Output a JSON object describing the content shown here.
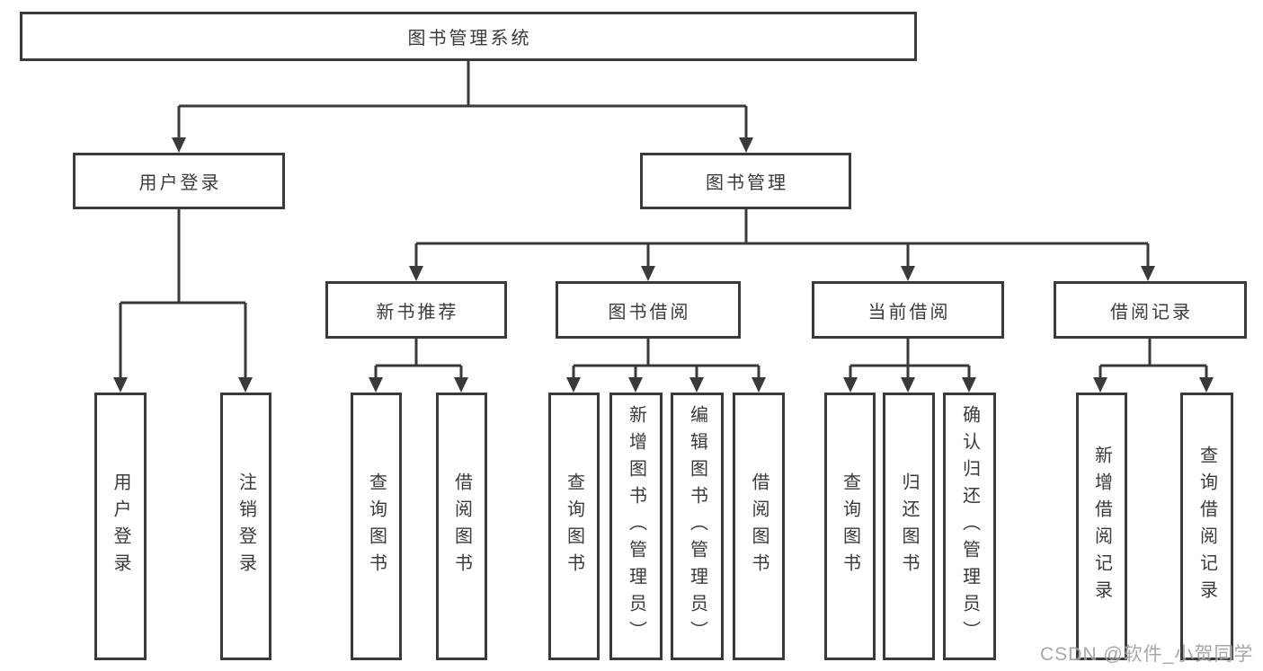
{
  "tree": {
    "root": {
      "label": "图书管理系统"
    },
    "branches": [
      {
        "label": "用户登录",
        "children": [
          {
            "label": "用户登录"
          },
          {
            "label": "注销登录"
          }
        ]
      },
      {
        "label": "图书管理",
        "children": [
          {
            "label": "新书推荐",
            "children": [
              {
                "label": "查询图书"
              },
              {
                "label": "借阅图书"
              }
            ]
          },
          {
            "label": "图书借阅",
            "children": [
              {
                "label": "查询图书"
              },
              {
                "label": "新增图书（管理员）"
              },
              {
                "label": "编辑图书（管理员）"
              },
              {
                "label": "借阅图书"
              }
            ]
          },
          {
            "label": "当前借阅",
            "children": [
              {
                "label": "查询图书"
              },
              {
                "label": "归还图书"
              },
              {
                "label": "确认归还（管理员）"
              }
            ]
          },
          {
            "label": "借阅记录",
            "children": [
              {
                "label": "新增借阅记录"
              },
              {
                "label": "查询借阅记录"
              }
            ]
          }
        ]
      }
    ]
  },
  "watermark": {
    "text": "CSDN @软件_小贺同学"
  },
  "colors": {
    "line": "#3a3a3a",
    "text": "#3a3a3a",
    "background": "#ffffff",
    "watermark": "#9b9b9b"
  }
}
